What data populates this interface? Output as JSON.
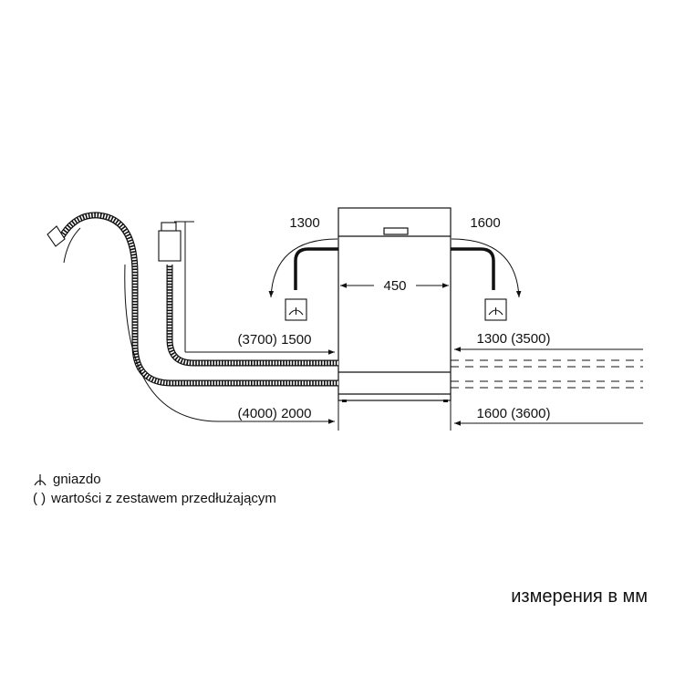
{
  "dimensions": {
    "left_socket_dist": "1300",
    "right_socket_dist": "1600",
    "width": "450",
    "drain_left": "(3700) 1500",
    "drain_right": "1300 (3500)",
    "inlet_left": "(4000) 2000",
    "inlet_right": "1600 (3600)"
  },
  "legend": {
    "socket_symbol": "socket-icon",
    "socket_label": "gniazdo",
    "paren_symbol": "( )",
    "paren_label": "wartości z zestawem przedłużającym"
  },
  "caption": "измерения в мм"
}
